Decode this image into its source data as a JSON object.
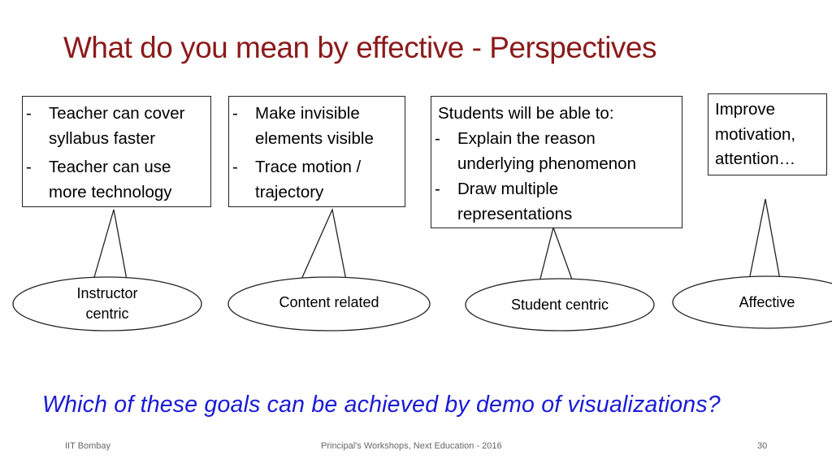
{
  "slide": {
    "title": "What do you mean by effective - Perspectives",
    "question": "Which of these goals can be achieved by demo of visualizations?"
  },
  "boxes": [
    {
      "items": [
        "Teacher can cover syllabus faster",
        "Teacher can use more technology"
      ]
    },
    {
      "items": [
        "Make invisible elements visible",
        "Trace motion / trajectory"
      ]
    },
    {
      "lead": "Students will be able to:",
      "items": [
        "Explain the reason underlying phenomenon",
        "Draw multiple representations"
      ]
    },
    {
      "lead": "Improve motivation, attention…"
    }
  ],
  "perspectives": [
    {
      "label": "Instructor centric"
    },
    {
      "label": "Content related"
    },
    {
      "label": "Student centric"
    },
    {
      "label": "Affective"
    }
  ],
  "footer": {
    "left": "IIT Bombay",
    "center": "Principal's Workshops, Next Education - 2016",
    "page_number": "30"
  }
}
